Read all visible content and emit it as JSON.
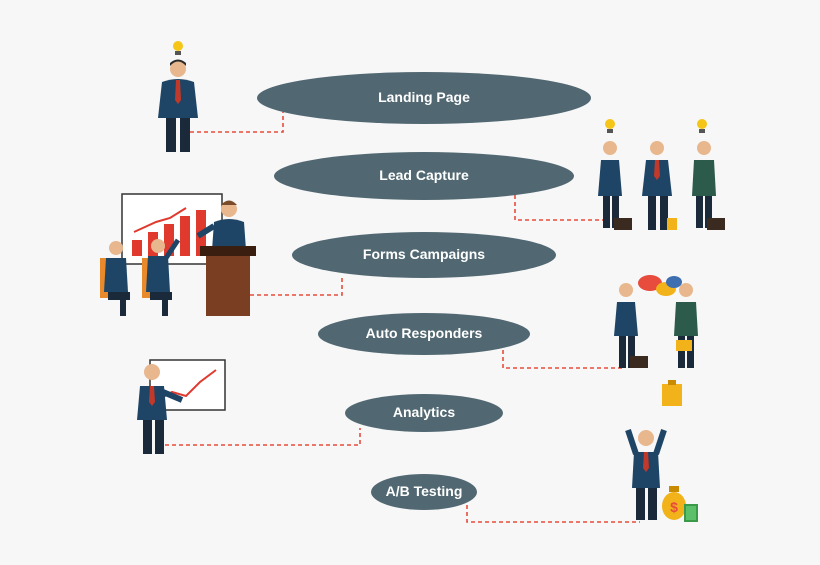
{
  "steps": [
    {
      "label": "Landing Page"
    },
    {
      "label": "Lead Capture"
    },
    {
      "label": "Forms Campaigns"
    },
    {
      "label": "Auto Responders"
    },
    {
      "label": "Analytics"
    },
    {
      "label": "A/B Testing"
    }
  ],
  "colors": {
    "pill": "#516872",
    "connector": "#e74c3c",
    "suit": "#1f4566",
    "suit_green": "#2d5b4b",
    "skin": "#e8b78e",
    "hair": "#2b2b2b",
    "tie": "#c0392b",
    "bulb": "#f5c518",
    "chair": "#e8892b",
    "podium": "#7a3f22",
    "money_bag": "#f2b21a",
    "bubble_red": "#e74c3c",
    "bubble_yellow": "#f2b21a",
    "bubble_blue": "#3d6fb1"
  },
  "icons": [
    "lightbulb-icon",
    "bar-chart-board-icon",
    "podium-icon",
    "chair-icon",
    "speech-bubble-icon",
    "briefcase-icon",
    "line-chart-board-icon",
    "money-bag-icon",
    "dollar-cash-icon"
  ]
}
